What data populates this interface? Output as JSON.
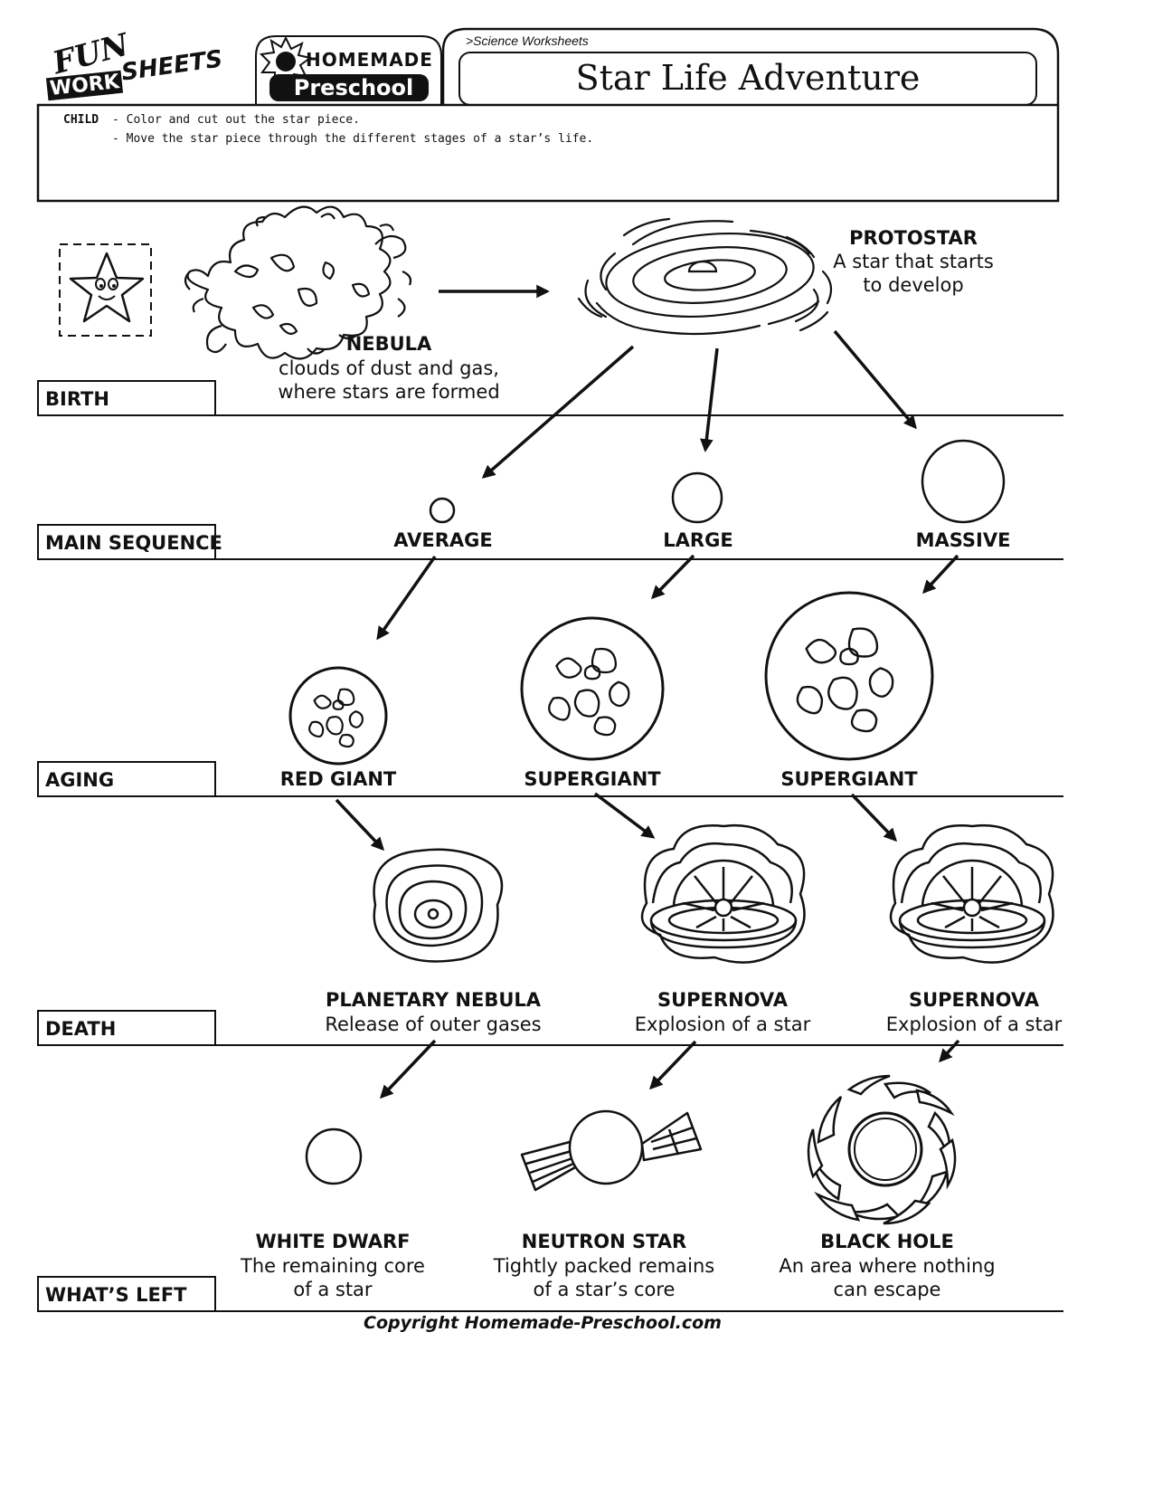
{
  "header": {
    "logo_fun": "FUN",
    "logo_work": "WORK",
    "logo_sheets": "SHEETS",
    "logo_homemade": "HOMEMADE",
    "logo_preschool": "Preschool",
    "breadcrumb": ">Science Worksheets",
    "title": "Star Life Adventure"
  },
  "instructions": {
    "role": "CHILD",
    "line1": "- Color and cut out the star piece.",
    "line2": "- Move the star piece through the different stages of a star’s life."
  },
  "stages": {
    "birth": "BIRTH",
    "main_sequence": "MAIN SEQUENCE",
    "aging": "AGING",
    "death": "DEATH",
    "whats_left": "WHAT’S LEFT"
  },
  "items": {
    "nebula": {
      "label": "NEBULA",
      "desc1": "clouds of dust and gas,",
      "desc2": "where stars are formed"
    },
    "protostar": {
      "label": "PROTOSTAR",
      "desc1": "A star that starts",
      "desc2": "to develop"
    },
    "average": {
      "label": "AVERAGE"
    },
    "large": {
      "label": "LARGE"
    },
    "massive": {
      "label": "MASSIVE"
    },
    "red_giant": {
      "label": "RED GIANT"
    },
    "supergiant_1": {
      "label": "SUPERGIANT"
    },
    "supergiant_2": {
      "label": "SUPERGIANT"
    },
    "planetary_nebula": {
      "label": "PLANETARY NEBULA",
      "desc1": "Release of outer gases"
    },
    "supernova_1": {
      "label": "SUPERNOVA",
      "desc1": "Explosion of a star"
    },
    "supernova_2": {
      "label": "SUPERNOVA",
      "desc1": "Explosion of a star"
    },
    "white_dwarf": {
      "label": "WHITE DWARF",
      "desc1": "The remaining core",
      "desc2": "of a star"
    },
    "neutron_star": {
      "label": "NEUTRON STAR",
      "desc1": "Tightly packed remains",
      "desc2": "of a star’s core"
    },
    "black_hole": {
      "label": "BLACK HOLE",
      "desc1": "An area where nothing",
      "desc2": "can escape"
    }
  },
  "footer": {
    "copyright": "Copyright Homemade-Preschool.com"
  }
}
